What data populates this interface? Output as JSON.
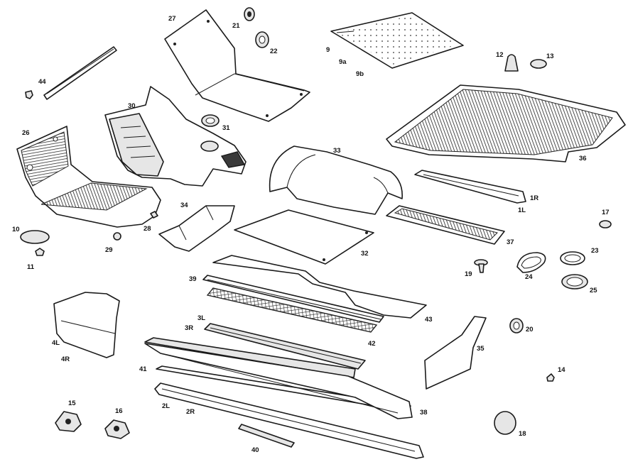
{
  "labels": {
    "p44": "44",
    "p27": "27",
    "p21": "21",
    "p22": "22",
    "p9": "9",
    "p9a": "9a",
    "p9b": "9b",
    "p12": "12",
    "p13": "13",
    "p30": "30",
    "p31": "31",
    "p26": "26",
    "p33": "33",
    "p36": "36",
    "p1R": "1R",
    "p1L": "1L",
    "p34": "34",
    "p28": "28",
    "p10": "10",
    "p29": "29",
    "p11": "11",
    "p32": "32",
    "p37": "37",
    "p17": "17",
    "p23": "23",
    "p24": "24",
    "p19": "19",
    "p25": "25",
    "p39": "39",
    "p3L": "3L",
    "p3R": "3R",
    "p43": "43",
    "p20": "20",
    "p42": "42",
    "p4L": "4L",
    "p4R": "4R",
    "p35": "35",
    "p41": "41",
    "p14": "14",
    "p15": "15",
    "p16": "16",
    "p2L": "2L",
    "p2R": "2R",
    "p38": "38",
    "p18": "18",
    "p40": "40"
  }
}
